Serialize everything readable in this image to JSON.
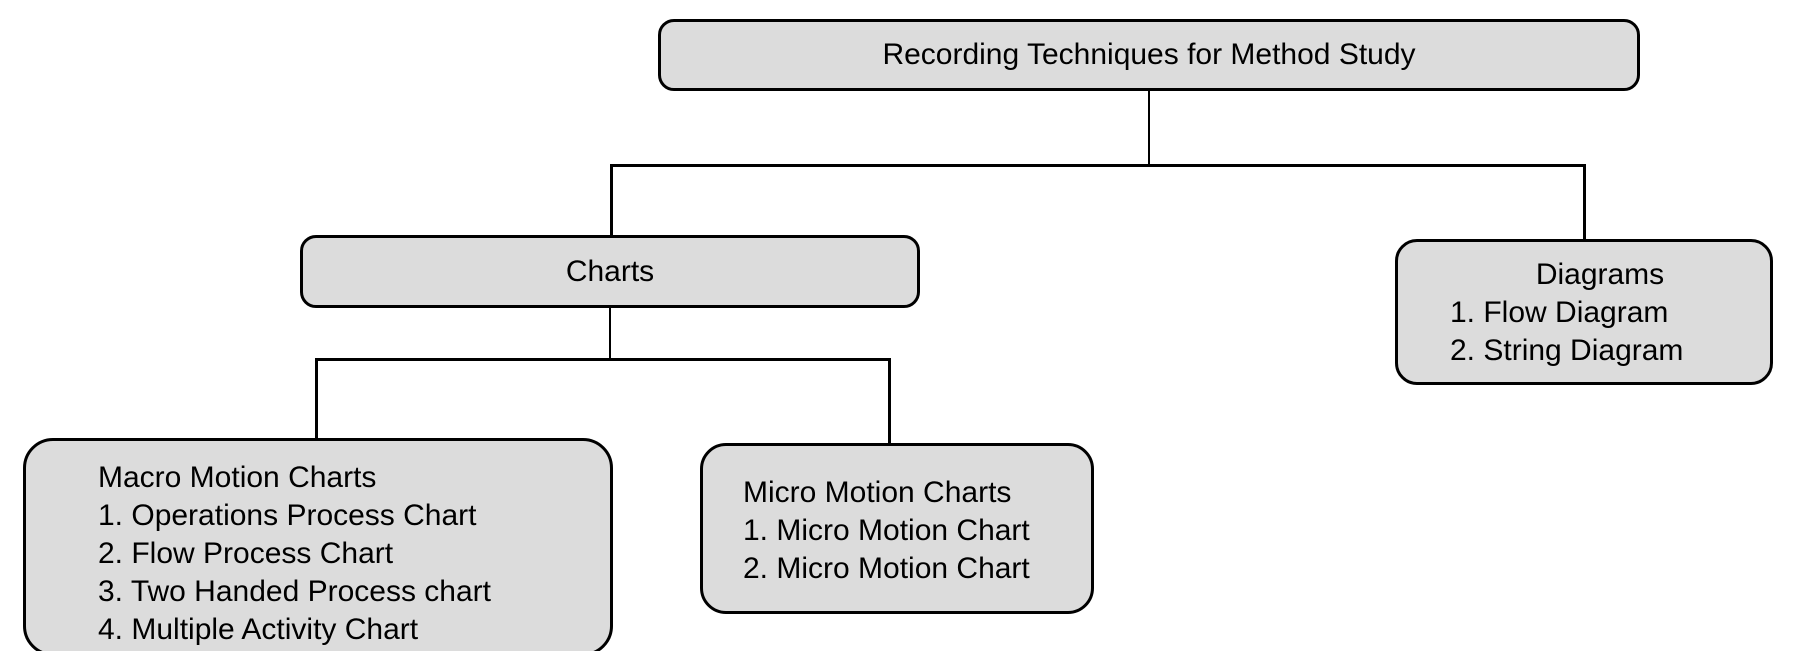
{
  "diagram": {
    "root": {
      "title": "Recording Techniques for Method Study"
    },
    "nodes": {
      "charts": {
        "title": "Charts"
      },
      "diagrams": {
        "title": "Diagrams",
        "items": [
          "1. Flow Diagram",
          "2. String Diagram"
        ]
      },
      "macro": {
        "title": "Macro Motion Charts",
        "items": [
          "1. Operations Process Chart",
          "2. Flow Process Chart",
          "3. Two Handed Process chart",
          "4. Multiple Activity Chart"
        ]
      },
      "micro": {
        "title": "Micro Motion Charts",
        "items": [
          "1. Micro Motion Chart",
          "2. Micro Motion Chart"
        ]
      }
    },
    "colors": {
      "node_fill": "#dcdcdc",
      "node_border": "#000000",
      "connector": "#000000",
      "background": "#ffffff",
      "text": "#000000"
    }
  }
}
